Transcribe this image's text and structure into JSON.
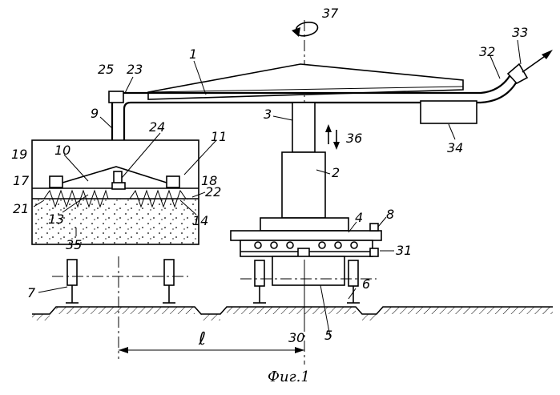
{
  "figure": {
    "caption": "Фиг.1",
    "dimension_label": "ℓ",
    "labels": [
      "1",
      "2",
      "3",
      "4",
      "5",
      "6",
      "7",
      "8",
      "9",
      "10",
      "11",
      "13",
      "14",
      "17",
      "18",
      "19",
      "21",
      "22",
      "23",
      "24",
      "25",
      "30",
      "31",
      "32",
      "33",
      "34",
      "35",
      "36",
      "37"
    ]
  }
}
